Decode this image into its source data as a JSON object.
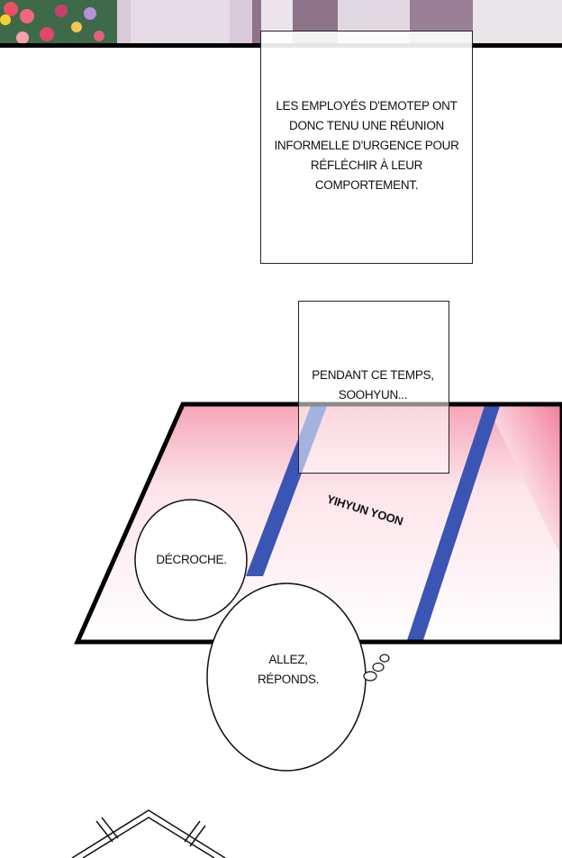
{
  "captions": {
    "caption_1": "LES EMPLOYÉS D'EMOTEP ONT DONC TENU UNE RÉUNION INFORMELLE D'URGENCE POUR RÉFLÉCHIR À LEUR COMPORTEMENT.",
    "caption_2": "PENDANT CE TEMPS, SOOHYUN..."
  },
  "phone": {
    "caller_name": "YIHYUN YOON"
  },
  "bubbles": {
    "bubble_1": "DÉCROCHE.",
    "bubble_2": "ALLEZ, RÉPONDS."
  },
  "colors": {
    "accent_blue": "#3b55b5",
    "pink": "#f07a98",
    "banner_purple": "#8e7488"
  }
}
